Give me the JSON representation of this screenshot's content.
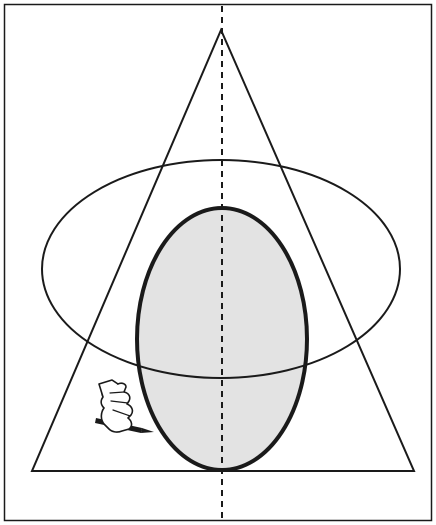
{
  "figure": {
    "description_free": true,
    "shapes": {
      "triangle": "triangle",
      "large_ellipse": "ellipse",
      "shaded_ellipse": "ellipse",
      "axis": "dashed-line",
      "hand": "hand-drawing-icon"
    },
    "colors": {
      "stroke": "#1a1a1a",
      "shaded_fill": "#e3e3e3",
      "background": "#ffffff",
      "skin": "#ffffff"
    }
  }
}
